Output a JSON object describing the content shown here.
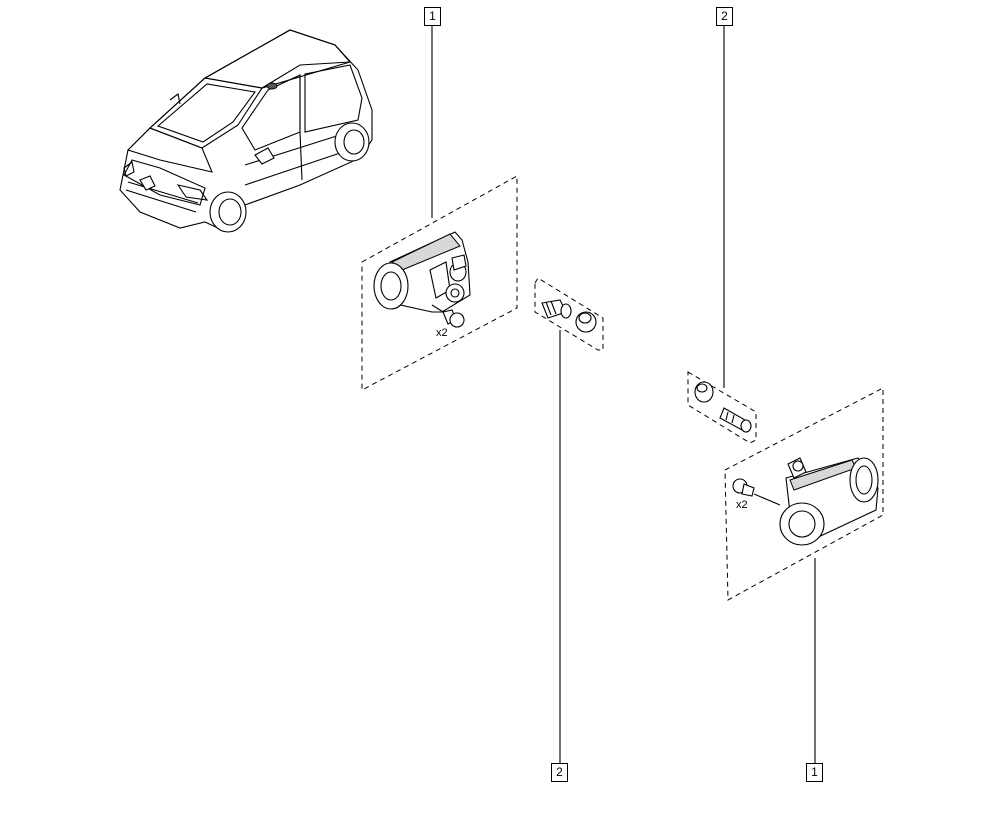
{
  "callouts": {
    "top_left": "1",
    "top_right": "2",
    "bottom_left": "2",
    "bottom_right": "1"
  },
  "quantities": {
    "left_screw": "x2",
    "right_screw": "x2"
  }
}
